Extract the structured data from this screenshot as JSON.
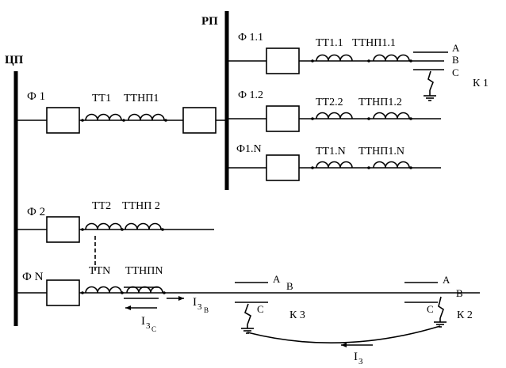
{
  "colors": {
    "line": "#000000",
    "background": "#ffffff"
  },
  "buses": {
    "cp": "ЦП",
    "rp": "РП"
  },
  "feeders": {
    "f1": {
      "name": "Ф 1",
      "ct": "ТТ1",
      "ctz": "ТТНП1"
    },
    "f11": {
      "name": "Ф 1.1",
      "ct": "ТТ1.1",
      "ctz": "ТТНП1.1"
    },
    "f12": {
      "name": "Ф 1.2",
      "ct": "ТТ2.2",
      "ctz": "ТТНП1.2"
    },
    "f1n": {
      "name": "Ф1.N",
      "ct": "ТТ1.N",
      "ctz": "ТТНП1.N"
    },
    "f2": {
      "name": "Ф 2",
      "ct": "ТТ2",
      "ctz": "ТТНП 2"
    },
    "fn": {
      "name": "Ф N",
      "ct": "ТТN",
      "ctz": "ТТНПN"
    }
  },
  "phases": {
    "a": "A",
    "b": "B",
    "c": "C"
  },
  "faults": {
    "k1": "К 1",
    "k2": "К 2",
    "k3": "К 3"
  },
  "currents": {
    "i3c": {
      "main": "I",
      "sub": "3",
      "sub2": "C"
    },
    "i3b": {
      "main": "I",
      "sub": "3",
      "sub2": "B"
    },
    "i3": {
      "main": "I",
      "sub": "3"
    }
  }
}
